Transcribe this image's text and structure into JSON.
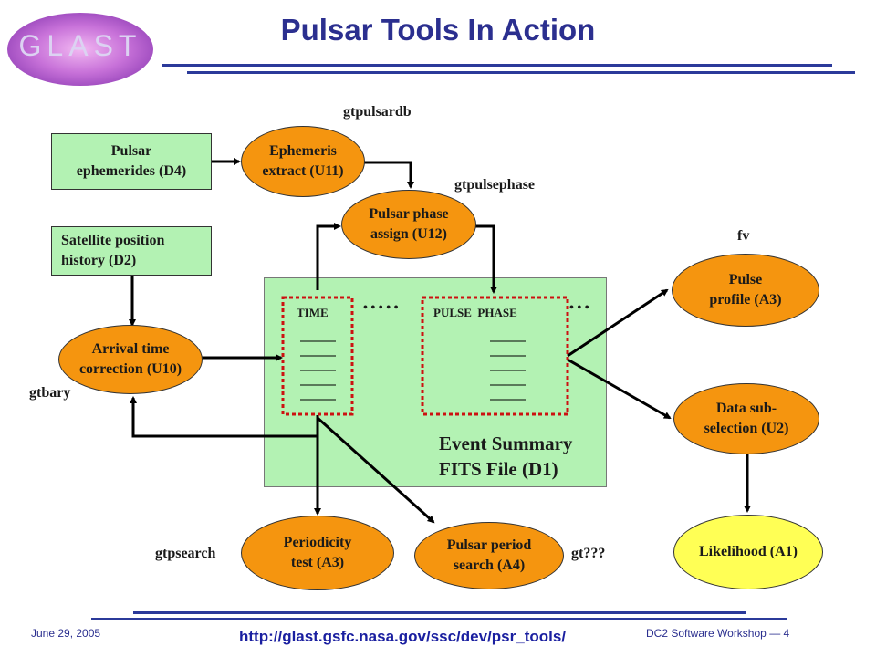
{
  "slide": {
    "title": "Pulsar Tools In Action",
    "logo_text": "GLAST",
    "footer": {
      "date": "June 29, 2005",
      "url": "http://glast.gsfc.nasa.gov/ssc/dev/psr_tools/",
      "event": "DC2 Software Workshop",
      "page": "4",
      "separator": "—"
    }
  },
  "diagram": {
    "nodes": {
      "pulsar_ephemerides": "Pulsar ephemerides (D4)",
      "satellite_history": "Satellite position history (D2)",
      "ephemeris_extract": "Ephemeris extract (U11)",
      "pulsar_phase_assign": "Pulsar phase assign (U12)",
      "arrival_time": "Arrival time correction (U10)",
      "event_summary": "Event Summary FITS File (D1)",
      "pulse_profile": "Pulse profile (A3)",
      "data_subselection": "Data sub- selection (U2)",
      "likelihood": "Likelihood (A1)",
      "periodicity_test": "Periodicity test (A3)",
      "pulsar_period_search": "Pulsar period search (A4)"
    },
    "node_lines": {
      "pulsar_ephemerides": [
        "Pulsar",
        "ephemerides (D4)"
      ],
      "satellite_history": [
        "Satellite position",
        "history (D2)"
      ],
      "ephemeris_extract": [
        "Ephemeris",
        "extract (U11)"
      ],
      "pulsar_phase_assign": [
        "Pulsar phase",
        "assign (U12)"
      ],
      "arrival_time": [
        "Arrival time",
        "correction (U10)"
      ],
      "event_summary": [
        "Event Summary",
        "FITS File (D1)"
      ],
      "pulse_profile": [
        "Pulse",
        "profile (A3)"
      ],
      "data_subselection": [
        "Data sub-",
        "selection (U2)"
      ],
      "periodicity_test": [
        "Periodicity",
        "test (A3)"
      ],
      "pulsar_period_search": [
        "Pulsar period",
        "search (A4)"
      ]
    },
    "columns": {
      "time": "TIME",
      "pulse_phase": "PULSE_PHASE",
      "dots_middle": "• • • • •",
      "dots_right": "• • •"
    },
    "tool_labels": {
      "gtpulsardb": "gtpulsardb",
      "gtpulsephase": "gtpulsephase",
      "fv": "fv",
      "gtbary": "gtbary",
      "gtpsearch": "gtpsearch",
      "gt_unknown": "gt???"
    }
  },
  "colors": {
    "data_box": "#b3f2b3",
    "tool_oval": "#f5950f",
    "result_oval": "#ffff55",
    "title": "#2b2f8f",
    "column_outline": "#cc1111"
  }
}
